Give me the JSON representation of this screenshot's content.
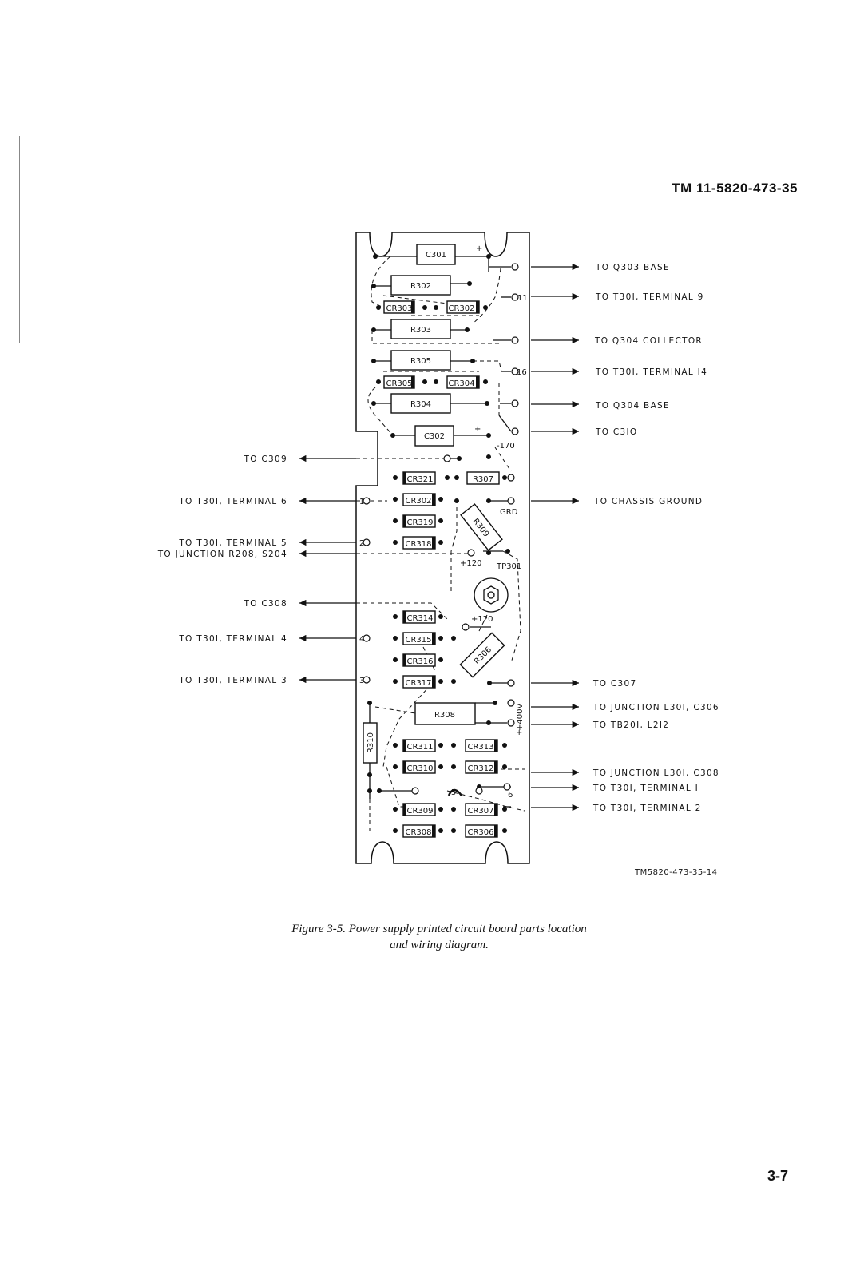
{
  "header": {
    "doc_id": "TM 11-5820-473-35"
  },
  "figure": {
    "id": "TM5820-473-35-14",
    "caption_line1": "Figure 3-5. Power supply printed circuit board parts location",
    "caption_line2": "and wiring diagram."
  },
  "page_number": "3-7",
  "components": {
    "c301": "C301",
    "r302": "R302",
    "cr303": "CR303",
    "cr302": "CR302",
    "r303": "R303",
    "r305": "R305",
    "cr305": "CR305",
    "cr304": "CR304",
    "r304": "R304",
    "c302": "C302",
    "cr321": "CR321",
    "r307": "R307",
    "cr320": "CR302",
    "cr319": "CR319",
    "cr318": "CR318",
    "r309": "R309",
    "cr314": "CR314",
    "cr315": "CR315",
    "cr316": "CR316",
    "cr317": "CR317",
    "r306": "R306",
    "r308": "R308",
    "r310": "R310",
    "cr311": "CR311",
    "cr313": "CR313",
    "cr310": "CR310",
    "cr312": "CR312",
    "cr309": "CR309",
    "cr307": "CR307",
    "cr308": "CR308",
    "cr306": "CR306"
  },
  "board_labels": {
    "plus": "+",
    "t11": "11",
    "t16": "16",
    "v170": "-170",
    "grd": "GRD",
    "t1": "1",
    "t2": "2",
    "t4": "4",
    "t3": "3",
    "t5": "5",
    "t6": "6",
    "v120a": "+120",
    "tp301": "TP301",
    "v120b": "+120",
    "v400": "+400V"
  },
  "right_labels": [
    "TO  Q303  BASE",
    "TO  T30I,  TERMINAL  9",
    "TO  Q304  COLLECTOR",
    "TO  T30I,  TERMINAL  I4",
    "TO  Q304  BASE",
    "TO  C3IO",
    "TO  CHASSIS  GROUND",
    "TO  C307",
    "TO  JUNCTION  L30I,  C306",
    "TO  TB20I,  L2I2",
    "TO  JUNCTION  L30I,  C308",
    "TO  T30I,   TERMINAL  I",
    "TO  T30I,   TERMINAL  2"
  ],
  "left_labels": [
    "TO  C309",
    "TO  T30I,  TERMINAL  6",
    "TO  T30I,  TERMINAL  5",
    "TO  JUNCTION  R208, S204",
    "TO  C308",
    "TO  T30I,  TERMINAL  4",
    "TO  T30I,  TERMINAL  3"
  ]
}
